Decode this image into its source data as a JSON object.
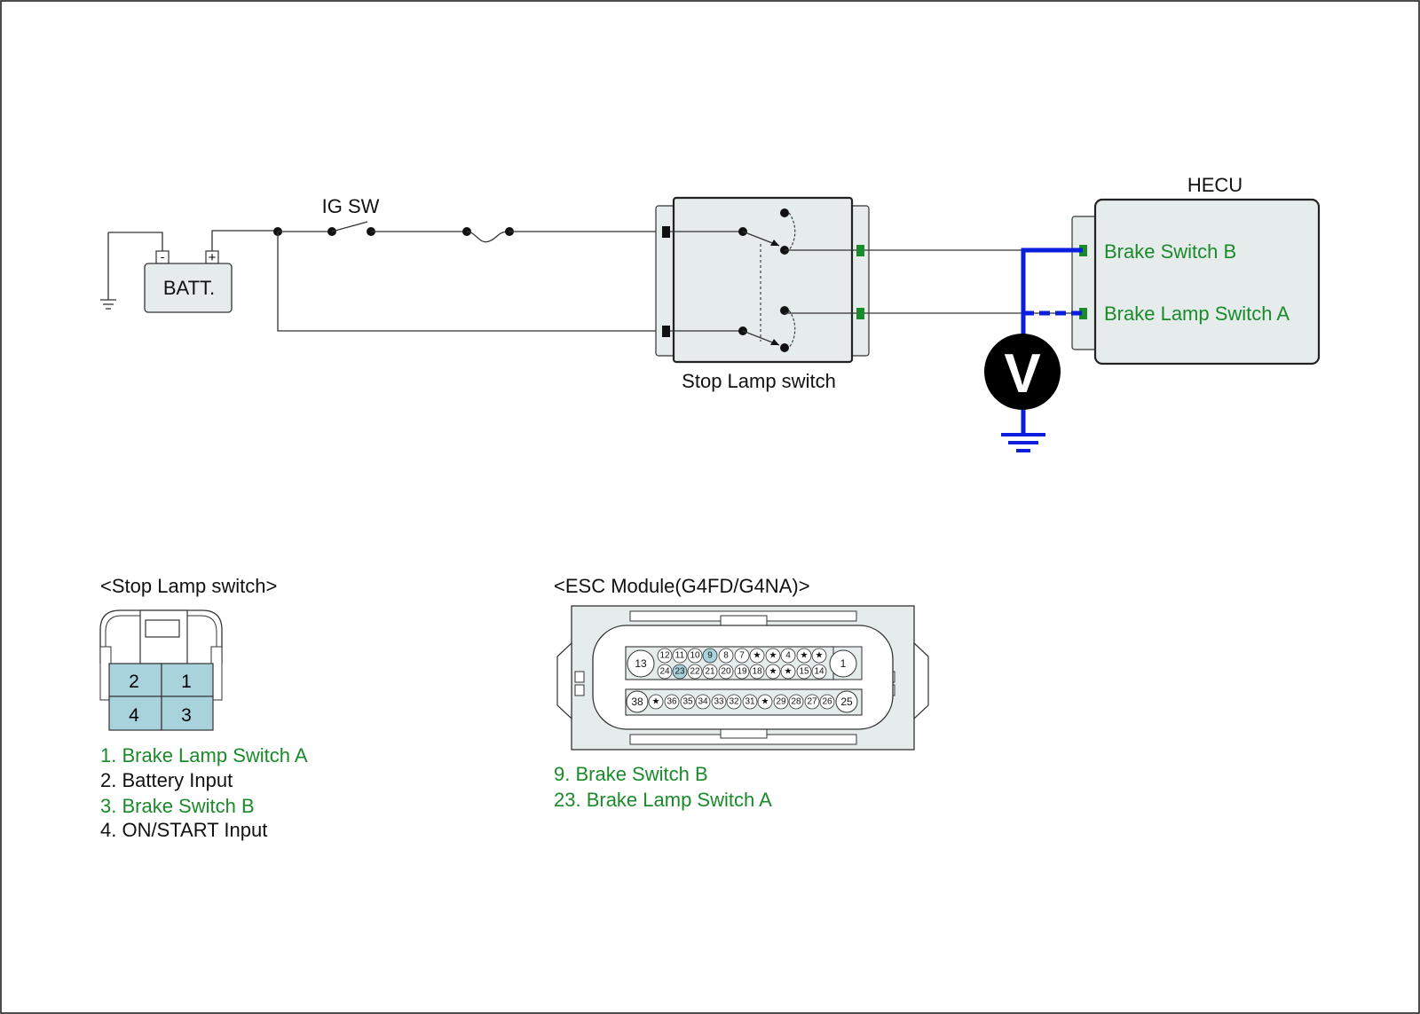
{
  "schematic": {
    "batt_label": "BATT.",
    "batt_minus": "-",
    "batt_plus": "+",
    "ig_sw_label": "IG SW",
    "stop_lamp_label": "Stop Lamp switch",
    "hecu_label": "HECU",
    "hecu_pin_b": "Brake Switch B",
    "hecu_pin_a": "Brake Lamp Switch A",
    "voltmeter_label": "V"
  },
  "stop_lamp_connector": {
    "title": "<Stop Lamp switch>",
    "pins": [
      "2",
      "1",
      "4",
      "3"
    ],
    "legend": [
      {
        "text": "1. Brake Lamp Switch A",
        "highlight": true
      },
      {
        "text": "2. Battery Input",
        "highlight": false
      },
      {
        "text": "3. Brake Switch B",
        "highlight": true
      },
      {
        "text": "4. ON/START Input",
        "highlight": false
      }
    ]
  },
  "esc_connector": {
    "title": "<ESC Module(G4FD/G4NA)>",
    "big_left_top": "13",
    "big_right_top": "1",
    "big_left_bottom": "38",
    "big_right_bottom": "25",
    "row1": [
      "12",
      "11",
      "10",
      "9",
      "8",
      "7",
      "★",
      "★",
      "4",
      "★",
      "★"
    ],
    "row2": [
      "24",
      "23",
      "22",
      "21",
      "20",
      "19",
      "18",
      "★",
      "★",
      "15",
      "14"
    ],
    "row3": [
      "★",
      "36",
      "35",
      "34",
      "33",
      "32",
      "31",
      "★",
      "29",
      "28",
      "27",
      "26"
    ],
    "highlighted_pins": [
      "9",
      "23"
    ],
    "legend": [
      {
        "text": "9. Brake Switch B",
        "highlight": true
      },
      {
        "text": "23. Brake Lamp Switch A",
        "highlight": true
      }
    ]
  },
  "colors": {
    "wire_probe": "#0a1edc",
    "label_green": "#1a8a2a",
    "pin_highlight": "#a9d3dc",
    "component_fill": "#e6ecec"
  }
}
